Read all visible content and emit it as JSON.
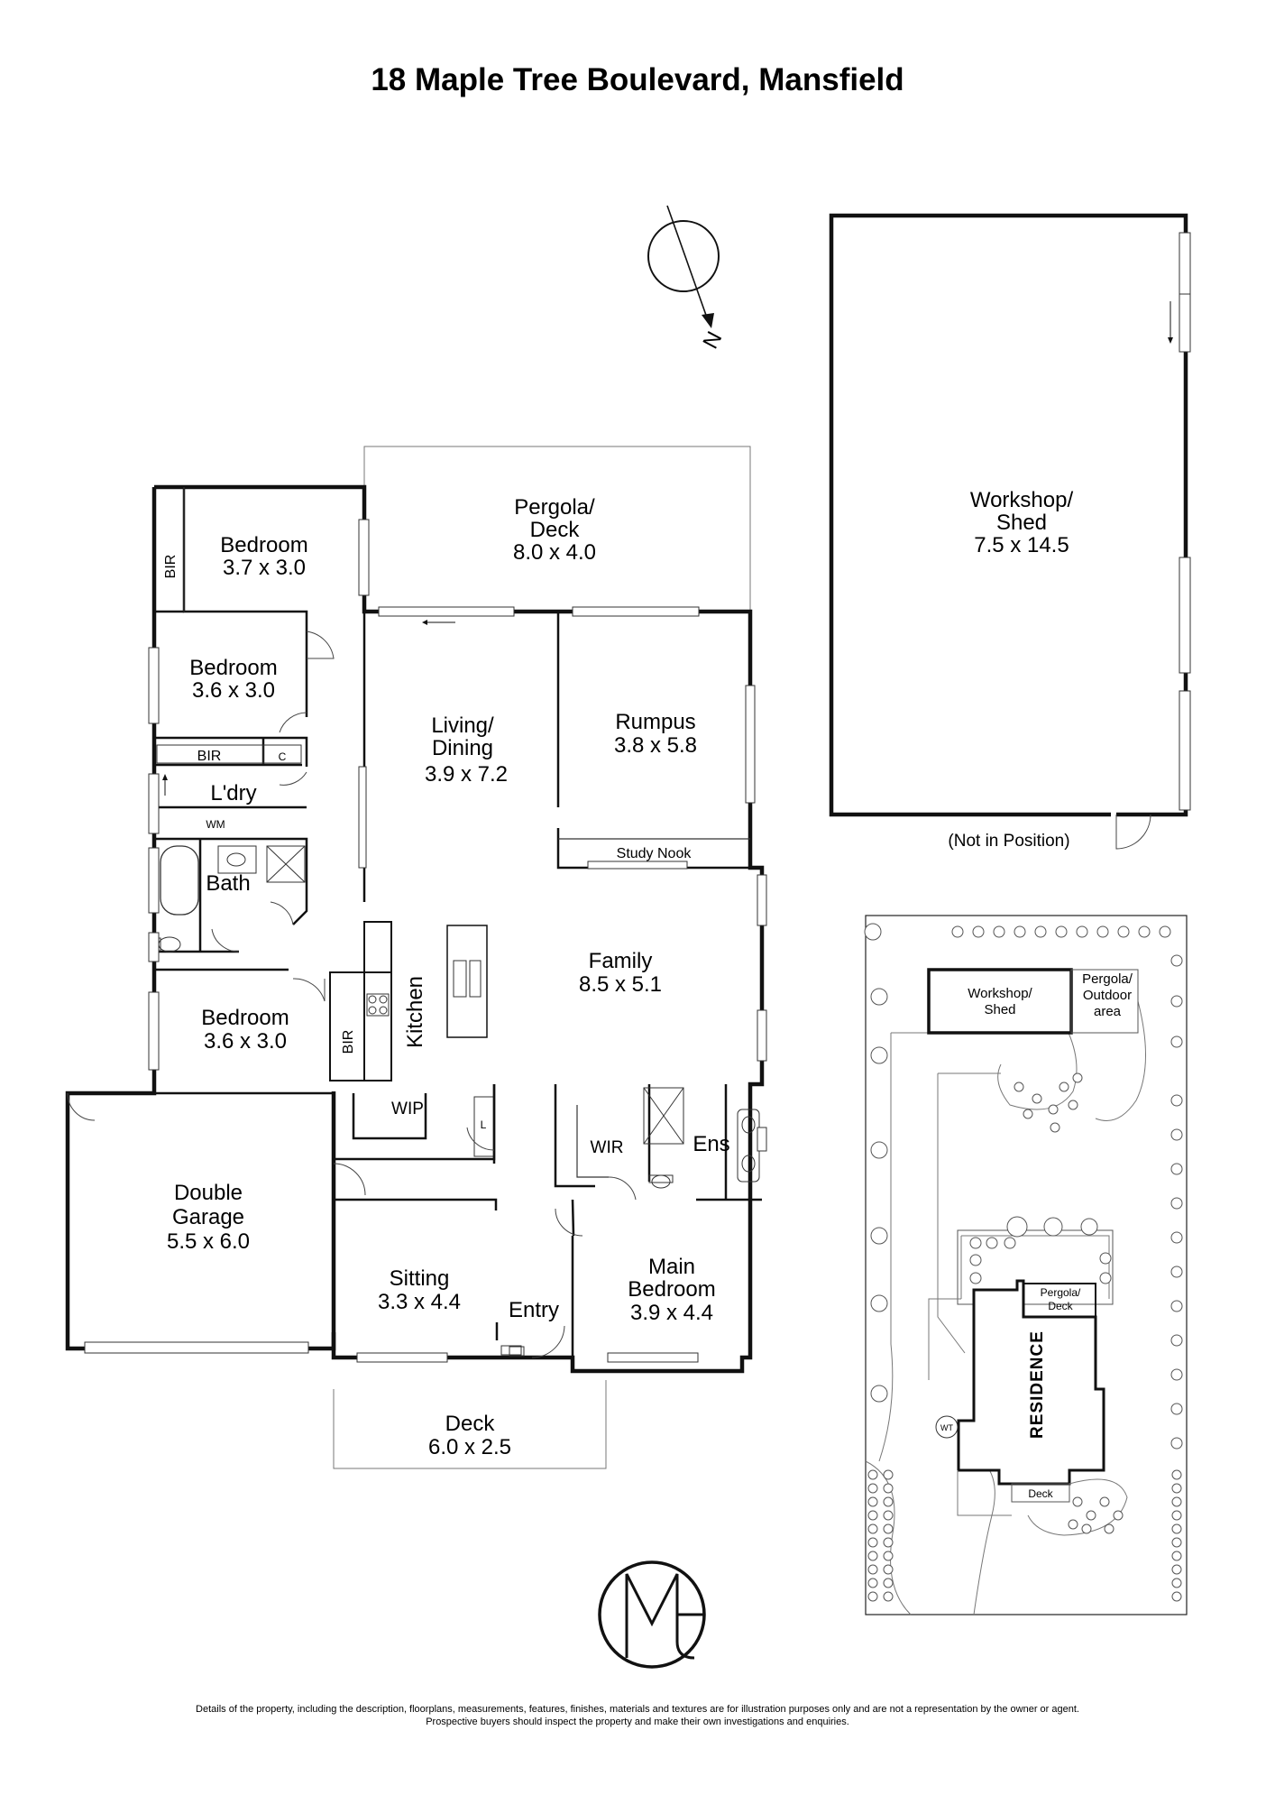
{
  "title": "18 Maple Tree Boulevard, Mansfield",
  "compass_label": "N",
  "rooms": {
    "bedroom1": {
      "name": "Bedroom",
      "dims": "3.7 x 3.0"
    },
    "pergola": {
      "name": "Pergola/",
      "name2": "Deck",
      "dims": "8.0 x 4.0"
    },
    "bedroom2": {
      "name": "Bedroom",
      "dims": "3.6 x 3.0"
    },
    "living": {
      "name": "Living/",
      "name2": "Dining",
      "dims": "3.9 x 7.2"
    },
    "rumpus": {
      "name": "Rumpus",
      "dims": "3.8 x 5.8"
    },
    "laundry": {
      "name": "L'dry"
    },
    "study_nook": {
      "name": "Study Nook"
    },
    "bath": {
      "name": "Bath"
    },
    "family": {
      "name": "Family",
      "dims": "8.5 x 5.1"
    },
    "kitchen": {
      "name": "Kitchen"
    },
    "bedroom3": {
      "name": "Bedroom",
      "dims": "3.6 x 3.0"
    },
    "wip": {
      "name": "WIP"
    },
    "wir": {
      "name": "WIR"
    },
    "ens": {
      "name": "Ens"
    },
    "garage": {
      "name": "Double",
      "name2": "Garage",
      "dims": "5.5 x 6.0"
    },
    "sitting": {
      "name": "Sitting",
      "dims": "3.3 x 4.4"
    },
    "entry": {
      "name": "Entry"
    },
    "main_bedroom": {
      "name": "Main",
      "name2": "Bedroom",
      "dims": "3.9 x 4.4"
    },
    "deck": {
      "name": "Deck",
      "dims": "6.0 x 2.5"
    },
    "workshop": {
      "name": "Workshop/",
      "name2": "Shed",
      "dims": "7.5 x  14.5"
    }
  },
  "small_labels": {
    "bir": "BIR",
    "cupboard": "C",
    "wm": "WM",
    "linen": "L",
    "not_in_position": "(Not in Position)"
  },
  "site": {
    "workshop": "Workshop/",
    "workshop2": "Shed",
    "pergola_outdoor": "Pergola/",
    "pergola_outdoor2": "Outdoor",
    "pergola_outdoor3": "area",
    "pergola_deck": "Pergola/",
    "pergola_deck2": "Deck",
    "residence": "RESIDENCE",
    "deck": "Deck",
    "wt": "WT"
  },
  "logo": "M",
  "footer": {
    "line1": "Details of the property, including the description, floorplans, measurements, features, finishes, materials and textures are for illustration purposes only and are not a representation by the owner or agent.",
    "line2": "Prospective buyers should inspect the property and make their own investigations and enquiries."
  }
}
